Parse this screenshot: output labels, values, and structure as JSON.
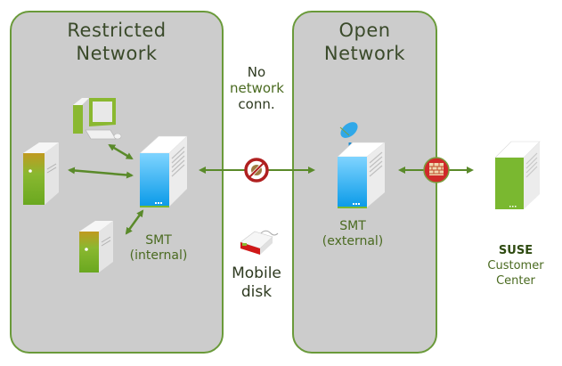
{
  "zones": {
    "restricted": {
      "title_line1": "Restricted",
      "title_line2": "Network"
    },
    "open": {
      "title_line1": "Open",
      "title_line2": "Network"
    }
  },
  "labels": {
    "no_connection": {
      "line1": "No",
      "line2": "network",
      "line3": "conn."
    },
    "smt_internal": {
      "line1": "SMT",
      "line2": "(internal)"
    },
    "smt_external": {
      "line1": "SMT",
      "line2": "(external)"
    },
    "mobile_disk": {
      "line1": "Mobile",
      "line2": "disk"
    },
    "scc": {
      "line1": "SUSE",
      "line2": "Customer",
      "line3": "Center"
    }
  },
  "nodes": [
    {
      "id": "workstation",
      "icon": "desktop-computer-icon"
    },
    {
      "id": "client-server-left",
      "icon": "server-tower-icon"
    },
    {
      "id": "client-server-bottom",
      "icon": "server-tower-icon"
    },
    {
      "id": "smt-internal",
      "icon": "server-icon"
    },
    {
      "id": "smt-external",
      "icon": "server-with-satellite-dish-icon"
    },
    {
      "id": "scc",
      "icon": "server-icon"
    },
    {
      "id": "mobile-disk",
      "icon": "external-disk-icon"
    }
  ],
  "connections": [
    {
      "from": "workstation",
      "to": "smt-internal",
      "type": "bidirectional"
    },
    {
      "from": "client-server-left",
      "to": "smt-internal",
      "type": "bidirectional"
    },
    {
      "from": "client-server-bottom",
      "to": "smt-internal",
      "type": "bidirectional"
    },
    {
      "from": "smt-internal",
      "to": "smt-external",
      "type": "blocked",
      "icon": "no-entry-icon"
    },
    {
      "from": "smt-external",
      "to": "scc",
      "type": "firewall",
      "icon": "firewall-icon"
    }
  ],
  "colors": {
    "zone_fill": "#cccccc",
    "zone_border": "#6a9a3a",
    "arrow": "#5a8a2a",
    "label_green": "#4a6a20",
    "server_blue": "#1eaaf0",
    "server_green": "#7ab830",
    "blocked_red": "#c02020"
  }
}
